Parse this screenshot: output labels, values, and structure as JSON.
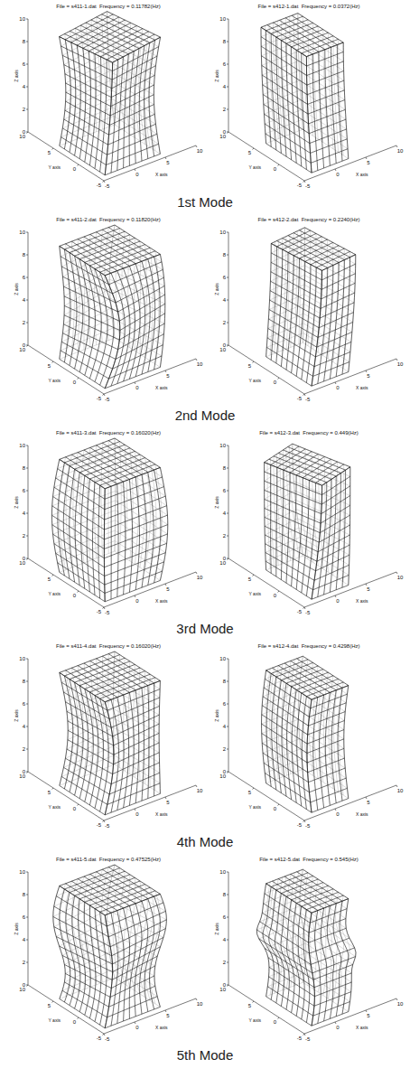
{
  "diagram": {
    "labels": [
      "File = s411-1.dat  Frequency = 0.11782(Hz)",
      "0",
      "2",
      "4",
      "6",
      "8",
      "10",
      "Z axis",
      "10",
      "5",
      "0",
      "-5",
      "Y axis",
      "-5",
      "0",
      "5",
      "10",
      "X axis",
      "File = s412-1.dat  Frequency = 0.0372(Hz)",
      "0",
      "2",
      "4",
      "6",
      "8",
      "10",
      "Z axis",
      "10",
      "5",
      "0",
      "-5",
      "Y axis",
      "-5",
      "0",
      "5",
      "10",
      "X axis",
      "1st Mode",
      "File = s411-2.dat  Frequency = 0.11820(Hz)",
      "0",
      "2",
      "4",
      "6",
      "8",
      "10",
      "Z axis",
      "10",
      "5",
      "0",
      "-5",
      "Y axis",
      "-5",
      "0",
      "5",
      "10",
      "X axis",
      "File = s412-2.dat  Frequency = 0.2240(Hz)",
      "0",
      "2",
      "4",
      "6",
      "8",
      "10",
      "Z axis",
      "10",
      "5",
      "0",
      "-5",
      "Y axis",
      "-5",
      "0",
      "5",
      "10",
      "X axis",
      "2nd Mode",
      "File = s411-3.dat  Frequency = 0.16020(Hz)",
      "0",
      "2",
      "4",
      "6",
      "8",
      "10",
      "Z axis",
      "10",
      "5",
      "0",
      "-5",
      "Y axis",
      "-5",
      "0",
      "5",
      "10",
      "X axis",
      "File = s412-3.dat  Frequency = 0.449(Hz)",
      "0",
      "2",
      "4",
      "6",
      "8",
      "10",
      "Z axis",
      "10",
      "5",
      "0",
      "-5",
      "Y axis",
      "-5",
      "0",
      "5",
      "10",
      "X axis",
      "3rd Mode",
      "File = s411-4.dat  Frequency = 0.16020(Hz)",
      "0",
      "2",
      "4",
      "6",
      "8",
      "10",
      "Z axis",
      "10",
      "5",
      "0",
      "-5",
      "Y axis",
      "-5",
      "0",
      "5",
      "10",
      "X axis",
      "File = s412-4.dat  Frequency = 0.4298(Hz)",
      "0",
      "2",
      "4",
      "6",
      "8",
      "10",
      "Z axis",
      "10",
      "5",
      "0",
      "-5",
      "Y axis",
      "-5",
      "0",
      "5",
      "10",
      "X axis",
      "4th Mode",
      "File = s411-5.dat  Frequency = 0.47525(Hz)",
      "0",
      "2",
      "4",
      "6",
      "8",
      "10",
      "Z axis",
      "10",
      "5",
      "0",
      "-5",
      "Y axis",
      "-5",
      "0",
      "5",
      "10",
      "X axis",
      "File = s412-5.dat  Frequency = 0.545(Hz)",
      "0",
      "2",
      "4",
      "6",
      "8",
      "10",
      "Z axis",
      "10",
      "5",
      "0",
      "-5",
      "Y axis",
      "-5",
      "0",
      "5",
      "10",
      "X axis",
      "5th Mode"
    ]
  }
}
